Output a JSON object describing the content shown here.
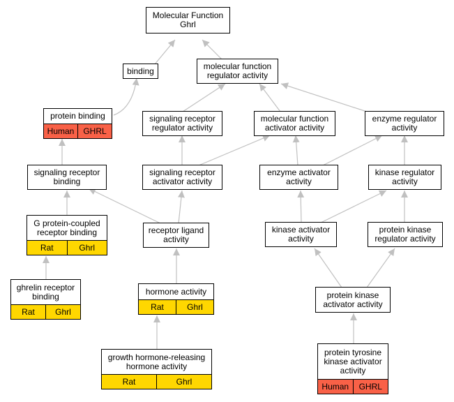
{
  "colors": {
    "edge": "#c0c0c0",
    "rat": "#ffd700",
    "human": "#f96147"
  },
  "nodes": {
    "root": {
      "line1": "Molecular Function",
      "line2": "Ghrl"
    },
    "binding": {
      "line1": "binding"
    },
    "mfra": {
      "line1": "molecular function",
      "line2": "regulator activity"
    },
    "protein_binding": {
      "line1": "protein binding",
      "tag1": "Human",
      "tag2": "GHRL"
    },
    "srra": {
      "line1": "signaling receptor",
      "line2": "regulator activity"
    },
    "mfaa": {
      "line1": "molecular function",
      "line2": "activator activity"
    },
    "era": {
      "line1": "enzyme regulator",
      "line2": "activity"
    },
    "srb": {
      "line1": "signaling receptor",
      "line2": "binding"
    },
    "sraa": {
      "line1": "signaling receptor",
      "line2": "activator activity"
    },
    "eaa": {
      "line1": "enzyme activator",
      "line2": "activity"
    },
    "kra": {
      "line1": "kinase regulator",
      "line2": "activity"
    },
    "gpcrb": {
      "line1": "G protein-coupled",
      "line2": "receptor binding",
      "tag1": "Rat",
      "tag2": "Ghrl"
    },
    "rla": {
      "line1": "receptor ligand",
      "line2": "activity"
    },
    "kaa": {
      "line1": "kinase activator",
      "line2": "activity"
    },
    "pkra": {
      "line1": "protein kinase",
      "line2": "regulator activity"
    },
    "grb": {
      "line1": "ghrelin receptor",
      "line2": "binding",
      "tag1": "Rat",
      "tag2": "Ghrl"
    },
    "ha": {
      "line1": "hormone activity",
      "tag1": "Rat",
      "tag2": "Ghrl"
    },
    "pkaa": {
      "line1": "protein kinase",
      "line2": "activator activity"
    },
    "ghrh": {
      "line1": "growth hormone-releasing",
      "line2": "hormone activity",
      "tag1": "Rat",
      "tag2": "Ghrl"
    },
    "ptkaa": {
      "line1": "protein tyrosine",
      "line2": "kinase activator",
      "line3": "activity",
      "tag1": "Human",
      "tag2": "GHRL"
    }
  }
}
